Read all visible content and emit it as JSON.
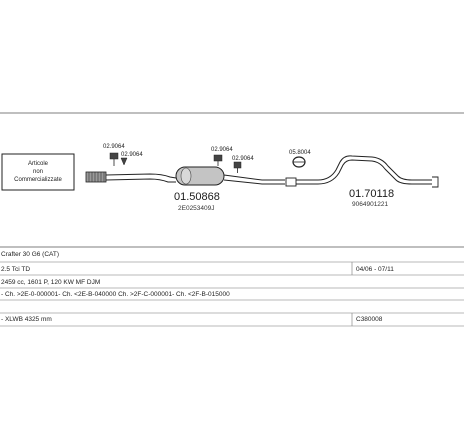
{
  "diagram": {
    "notice_lines": [
      "Articole",
      "non",
      "Commercializzate"
    ],
    "parts": [
      {
        "code": "02.9064"
      },
      {
        "code": "02.9064"
      },
      {
        "code": "01.50868",
        "oe": "2E0253409J"
      },
      {
        "code": "02.9064"
      },
      {
        "code": "02.9064"
      },
      {
        "code": "05.8004"
      },
      {
        "code": "01.70118",
        "oe": "9064901221"
      }
    ]
  },
  "info": {
    "model": "Crafter 30 G6 (CAT)",
    "engine": "2.5 Tci TD",
    "period": "04/06 - 07/11",
    "specs": "2459 cc, 1601 P, 120 KW MF DJM",
    "chassis": "- Ch. >2E-0-000001- Ch. <2E-B-040000 Ch. >2F-C-000001- Ch. <2F-B-015000",
    "wheelbase": "- XLWB 4325 mm",
    "ref": "C380008"
  }
}
